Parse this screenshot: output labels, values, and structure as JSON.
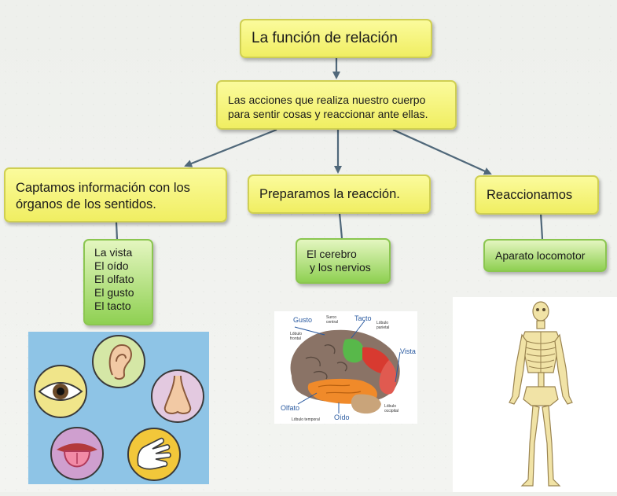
{
  "title": "La función de relación",
  "definition": {
    "line1": "Las acciones que realiza nuestro cuerpo",
    "line2": "para sentir cosas y reaccionar ante ellas."
  },
  "branches": [
    {
      "line1": "Captamos información con los",
      "line2": "órganos de los sentidos."
    },
    {
      "line1": "Preparamos la reacción."
    },
    {
      "line1": "Reaccionamos"
    }
  ],
  "senses": [
    "La vista",
    "El oído",
    "El olfato",
    "El gusto",
    "El tacto"
  ],
  "brain_box": {
    "line1": "El cerebro",
    "line2": "y los nervios"
  },
  "locomotor": "Aparato locomotor",
  "brain_labels": {
    "gusto": "Gusto",
    "surco": "Surco central",
    "tacto": "Tacto",
    "parietal": "Lóbulo parietal",
    "frontal": "Lóbulo frontal",
    "vista": "Vista",
    "olfato": "Olfato",
    "oido": "Oído",
    "temporal": "Lóbulo temporal",
    "occipital": "Lóbulo occipital"
  },
  "colors": {
    "yellow_box": "#f6f47a",
    "green_box": "#a8dc6e",
    "arrow": "#50687a",
    "senses_panel": "#8ec4e6",
    "bone": "#f1e3a6"
  },
  "icons": [
    "eye-icon",
    "ear-icon",
    "nose-icon",
    "tongue-icon",
    "hand-icon"
  ]
}
